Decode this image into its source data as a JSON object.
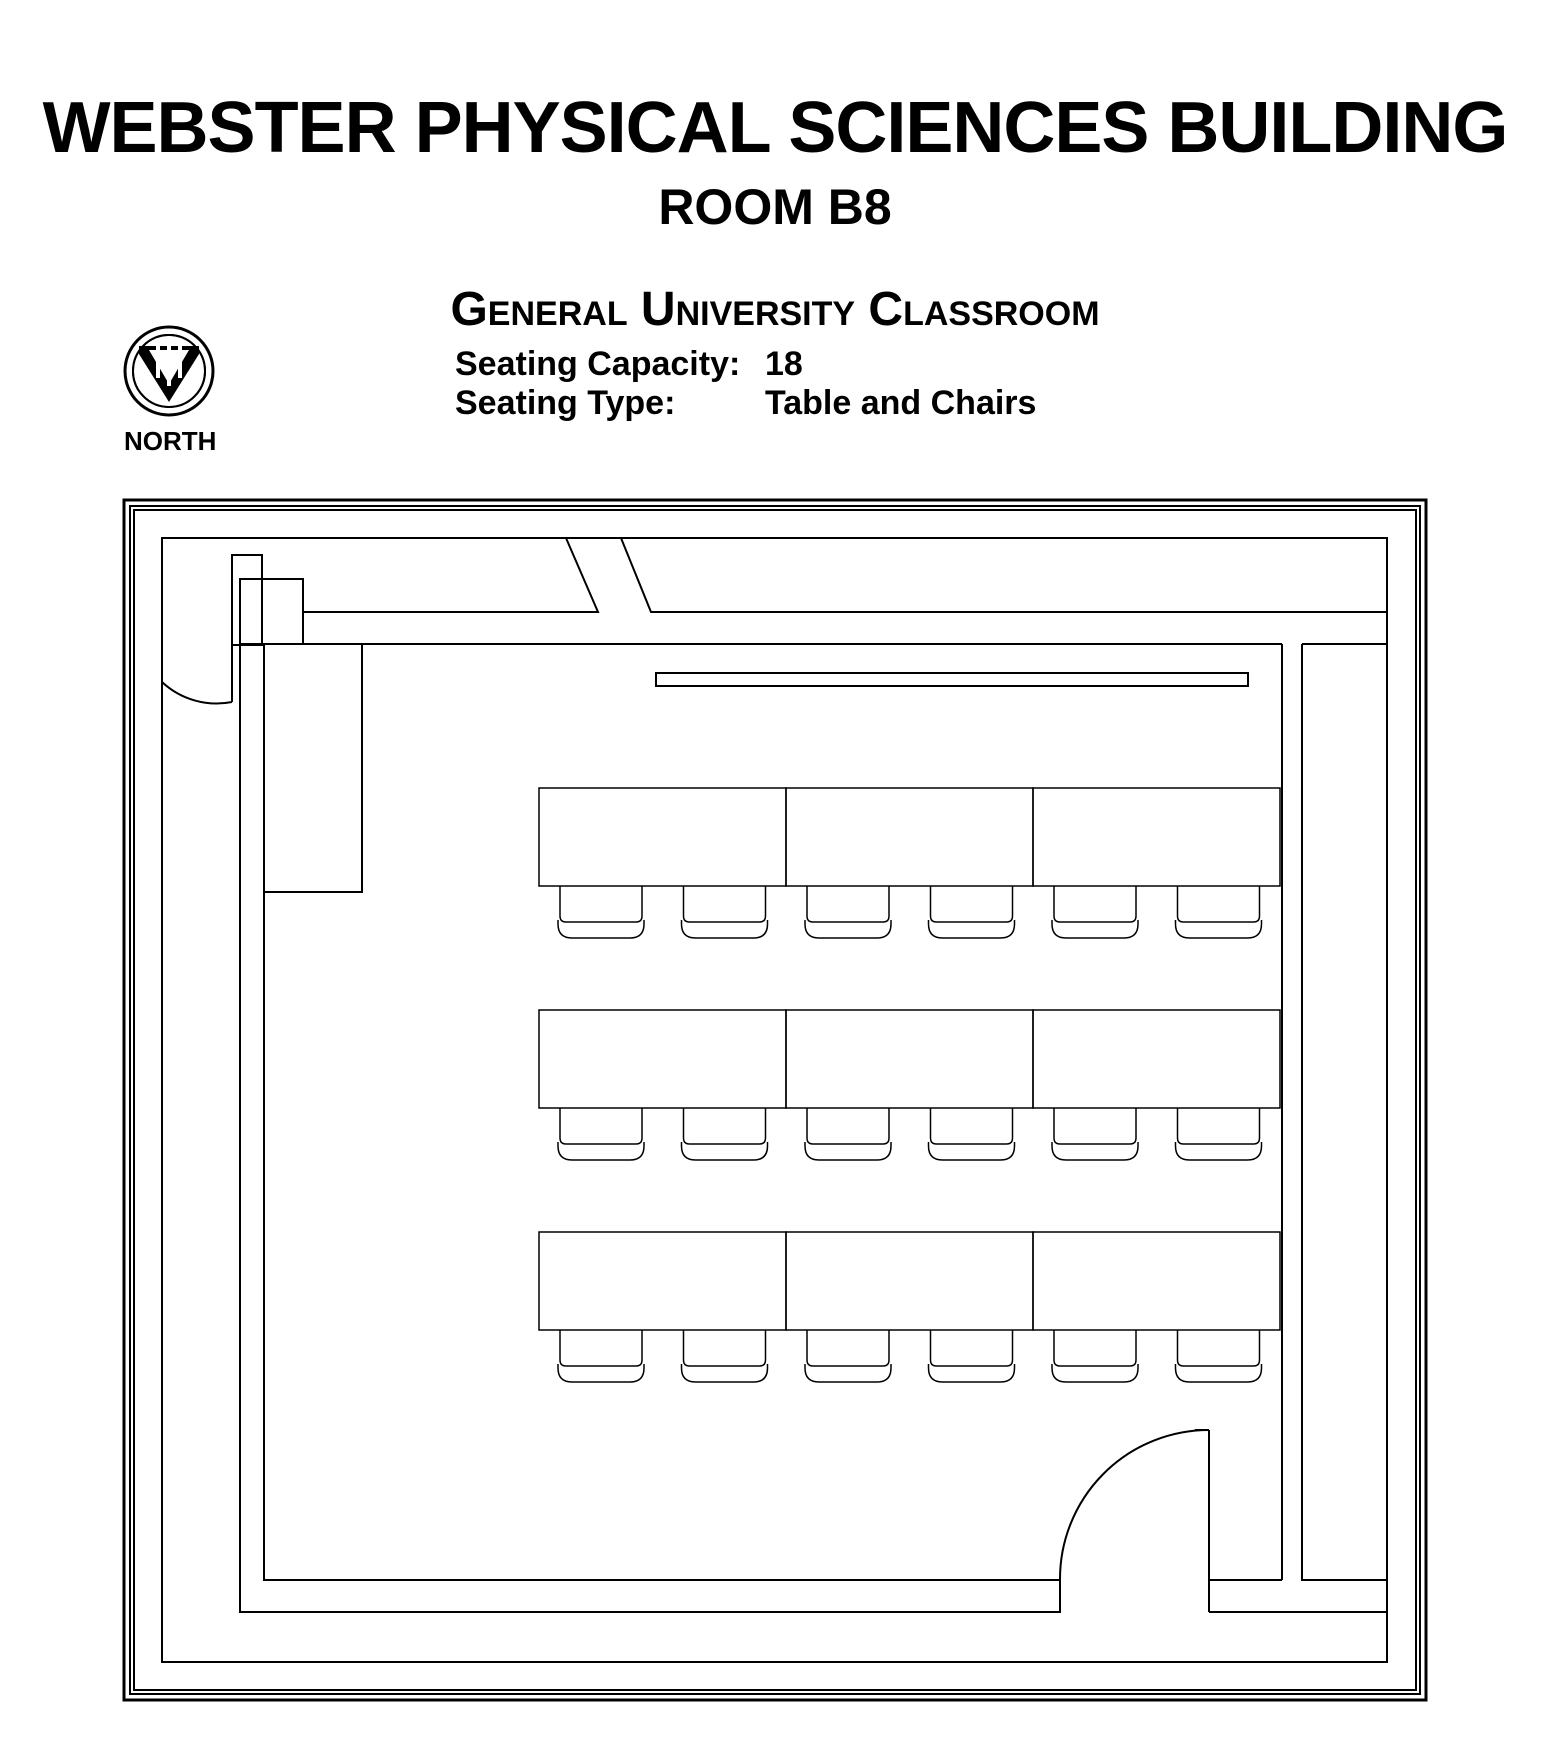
{
  "header": {
    "building": "WEBSTER PHYSICAL SCIENCES BUILDING",
    "room": "ROOM B8",
    "room_type": "General University Classroom"
  },
  "seating": {
    "capacity_label": "Seating Capacity:",
    "capacity_value": "18",
    "type_label": "Seating Type:",
    "type_value": "Table and Chairs"
  },
  "compass": {
    "label": "NORTH",
    "icon": "north-arrow-icon"
  },
  "layout": {
    "table_rows": 3,
    "tables_per_row": 3,
    "chairs_per_row": 6,
    "line_color": "#000000"
  }
}
